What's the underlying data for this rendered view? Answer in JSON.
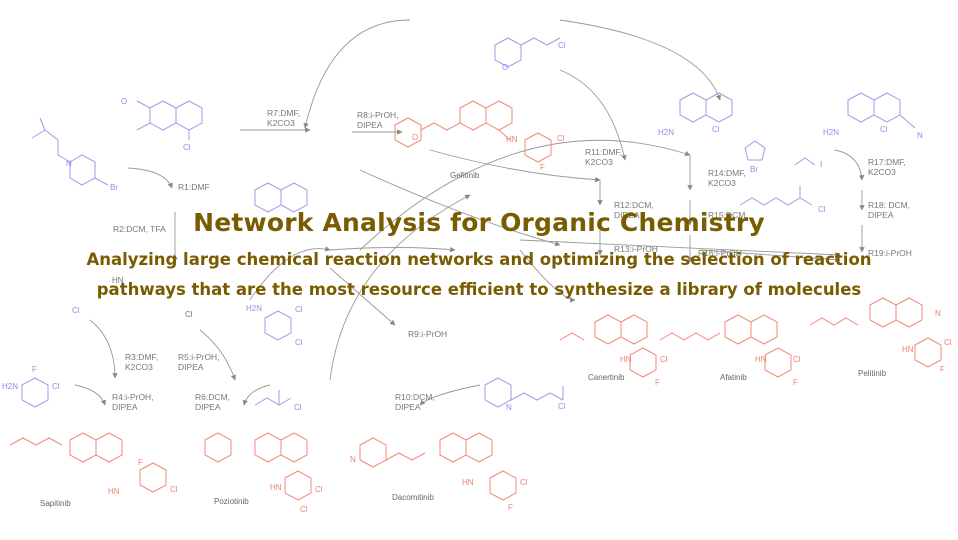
{
  "title": "Network Analysis for Organic Chemistry",
  "subtitle_lines": [
    "Analyzing large chemical reaction networks and optimizing the selection of reaction",
    "pathways that are the most resource efficient to synthesize a library of molecules"
  ],
  "colors": {
    "reagent": "#8b8ee6",
    "product": "#ef7f6f",
    "label": "#777777",
    "arrow": "#888888",
    "title": "#7a5c00"
  },
  "reaction_labels": [
    {
      "id": "R1",
      "line1": "R1:DMF",
      "line2": ""
    },
    {
      "id": "R2",
      "line1": "R2:DCM, TFA",
      "line2": ""
    },
    {
      "id": "R3",
      "line1": "R3:DMF,",
      "line2": "K2CO3"
    },
    {
      "id": "R4",
      "line1": "R4:i-PrOH,",
      "line2": "DIPEA"
    },
    {
      "id": "R5",
      "line1": "R5:i-PrOH,",
      "line2": "DIPEA"
    },
    {
      "id": "R6",
      "line1": "R6:DCM,",
      "line2": "DIPEA"
    },
    {
      "id": "R7",
      "line1": "R7:DMF,",
      "line2": "K2CO3"
    },
    {
      "id": "R8",
      "line1": "R8:i-PrOH,",
      "line2": "DIPEA"
    },
    {
      "id": "R9",
      "line1": "R9:i-PrOH",
      "line2": ""
    },
    {
      "id": "R10",
      "line1": "R10:DCM,",
      "line2": "DIPEA"
    },
    {
      "id": "R11",
      "line1": "R11:DMF,",
      "line2": "K2CO3"
    },
    {
      "id": "R12",
      "line1": "R12:DCM,",
      "line2": "DIPEA"
    },
    {
      "id": "R13",
      "line1": "R13:i-PrOH",
      "line2": ""
    },
    {
      "id": "R14",
      "line1": "R14:DMF,",
      "line2": "K2CO3"
    },
    {
      "id": "R15",
      "line1": "R15:DCM,",
      "line2": ""
    },
    {
      "id": "R16",
      "line1": "R16:i-PrOH",
      "line2": ""
    },
    {
      "id": "R17",
      "line1": "R17:DMF,",
      "line2": "K2CO3"
    },
    {
      "id": "R18",
      "line1": "R18: DCM,",
      "line2": "DIPEA"
    },
    {
      "id": "R19",
      "line1": "R19:i-PrOH",
      "line2": ""
    }
  ],
  "products": [
    "Gefitinib",
    "Canertinib",
    "Afatinib",
    "Pelitinib",
    "Sapitinib",
    "Poziotinib",
    "Dacomitinib"
  ],
  "atoms": {
    "O": "O",
    "N": "N",
    "Cl": "Cl",
    "Br": "Br",
    "F": "F",
    "HN": "HN",
    "H2N": "H2N",
    "I": "I"
  }
}
